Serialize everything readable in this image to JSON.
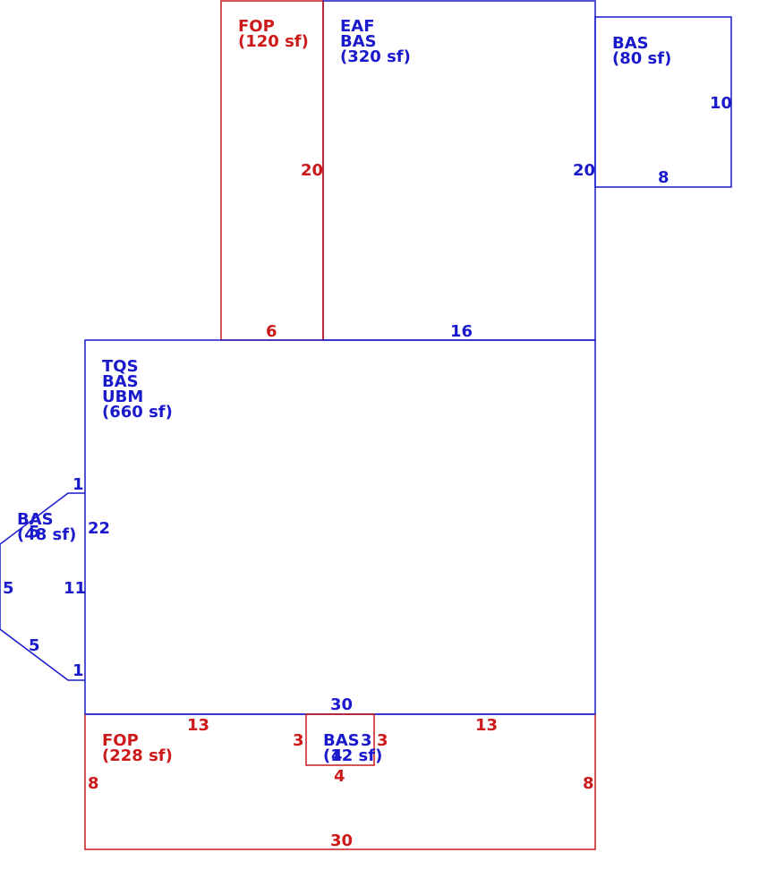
{
  "colors": {
    "bas": "#1a1acc",
    "fop": "#cc1a1a"
  },
  "areas": {
    "fop_top": {
      "code": "FOP",
      "area": "(120 sf)"
    },
    "eaf": {
      "code1": "EAF",
      "code2": "BAS",
      "area": "(320 sf)"
    },
    "bas_small": {
      "code": "BAS",
      "area": "(80 sf)"
    },
    "main": {
      "code1": "TQS",
      "code2": "BAS",
      "code3": "UBM",
      "area": "(660 sf)"
    },
    "bas_left": {
      "code": "BAS",
      "area": "(48 sf)"
    },
    "fop_bottom": {
      "code": "FOP",
      "area": "(228 sf)"
    },
    "bas_bottom": {
      "code": "BAS",
      "area": "(12 sf)"
    }
  },
  "dims": {
    "fop_top_height": "20",
    "fop_top_width": "6",
    "eaf_height": "20",
    "eaf_width": "16",
    "bas_small_height": "10",
    "bas_small_width": "8",
    "main_left_height": "22",
    "main_bottom_width": "30",
    "left_top_edge": "1",
    "left_inner_height": "11",
    "left_outer_height": "5",
    "left_diag": "5",
    "left_bottom_edge": "1",
    "left_extra": "5",
    "fop_bottom_left_seg": "13",
    "fop_bottom_right_seg": "13",
    "fop_bottom_left_height": "8",
    "fop_bottom_right_height": "8",
    "fop_bottom_width": "30",
    "bas_bottom_left": "3",
    "bas_bottom_right": "3",
    "bas_bottom_inner": "3",
    "bas_bottom_width": "4",
    "bas_bottom_inner_width": "4"
  }
}
